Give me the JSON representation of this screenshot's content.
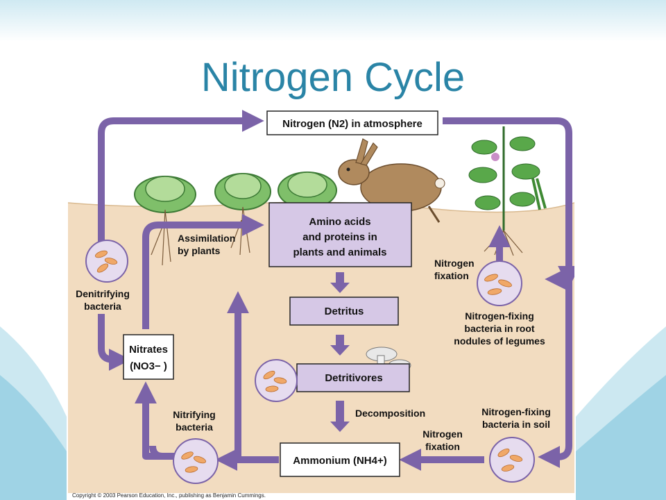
{
  "title": "Nitrogen Cycle",
  "boxes": {
    "atmosphere": "Nitrogen (N2) in atmosphere",
    "amino_1": "Amino acids",
    "amino_2": "and proteins in",
    "amino_3": "plants and animals",
    "detritus": "Detritus",
    "detritivores": "Detritivores",
    "ammonium": "Ammonium (NH4+)",
    "nitrates_1": "Nitrates",
    "nitrates_2": "(NO3− )"
  },
  "labels": {
    "assimilation_1": "Assimilation",
    "assimilation_2": "by plants",
    "denitrifying_1": "Denitrifying",
    "denitrifying_2": "bacteria",
    "nitrogen_fixation_top_1": "Nitrogen",
    "nitrogen_fixation_top_2": "fixation",
    "root_bacteria_1": "Nitrogen-fixing",
    "root_bacteria_2": "bacteria in root",
    "root_bacteria_3": "nodules of legumes",
    "decomposition": "Decomposition",
    "nitrifying_1": "Nitrifying",
    "nitrifying_2": "bacteria",
    "nitrogen_fixation_bottom_1": "Nitrogen",
    "nitrogen_fixation_bottom_2": "fixation",
    "soil_bacteria_1": "Nitrogen-fixing",
    "soil_bacteria_2": "bacteria in soil"
  },
  "copyright": "Copyright © 2003 Pearson Education, Inc., publishing as Benjamin Cummings.",
  "colors": {
    "title": "#2a84a6",
    "arrow": "#7b63a8",
    "box_fill": "#d6c8e6",
    "soil": "#f2dcc0",
    "bacteria": "#f0a868"
  }
}
